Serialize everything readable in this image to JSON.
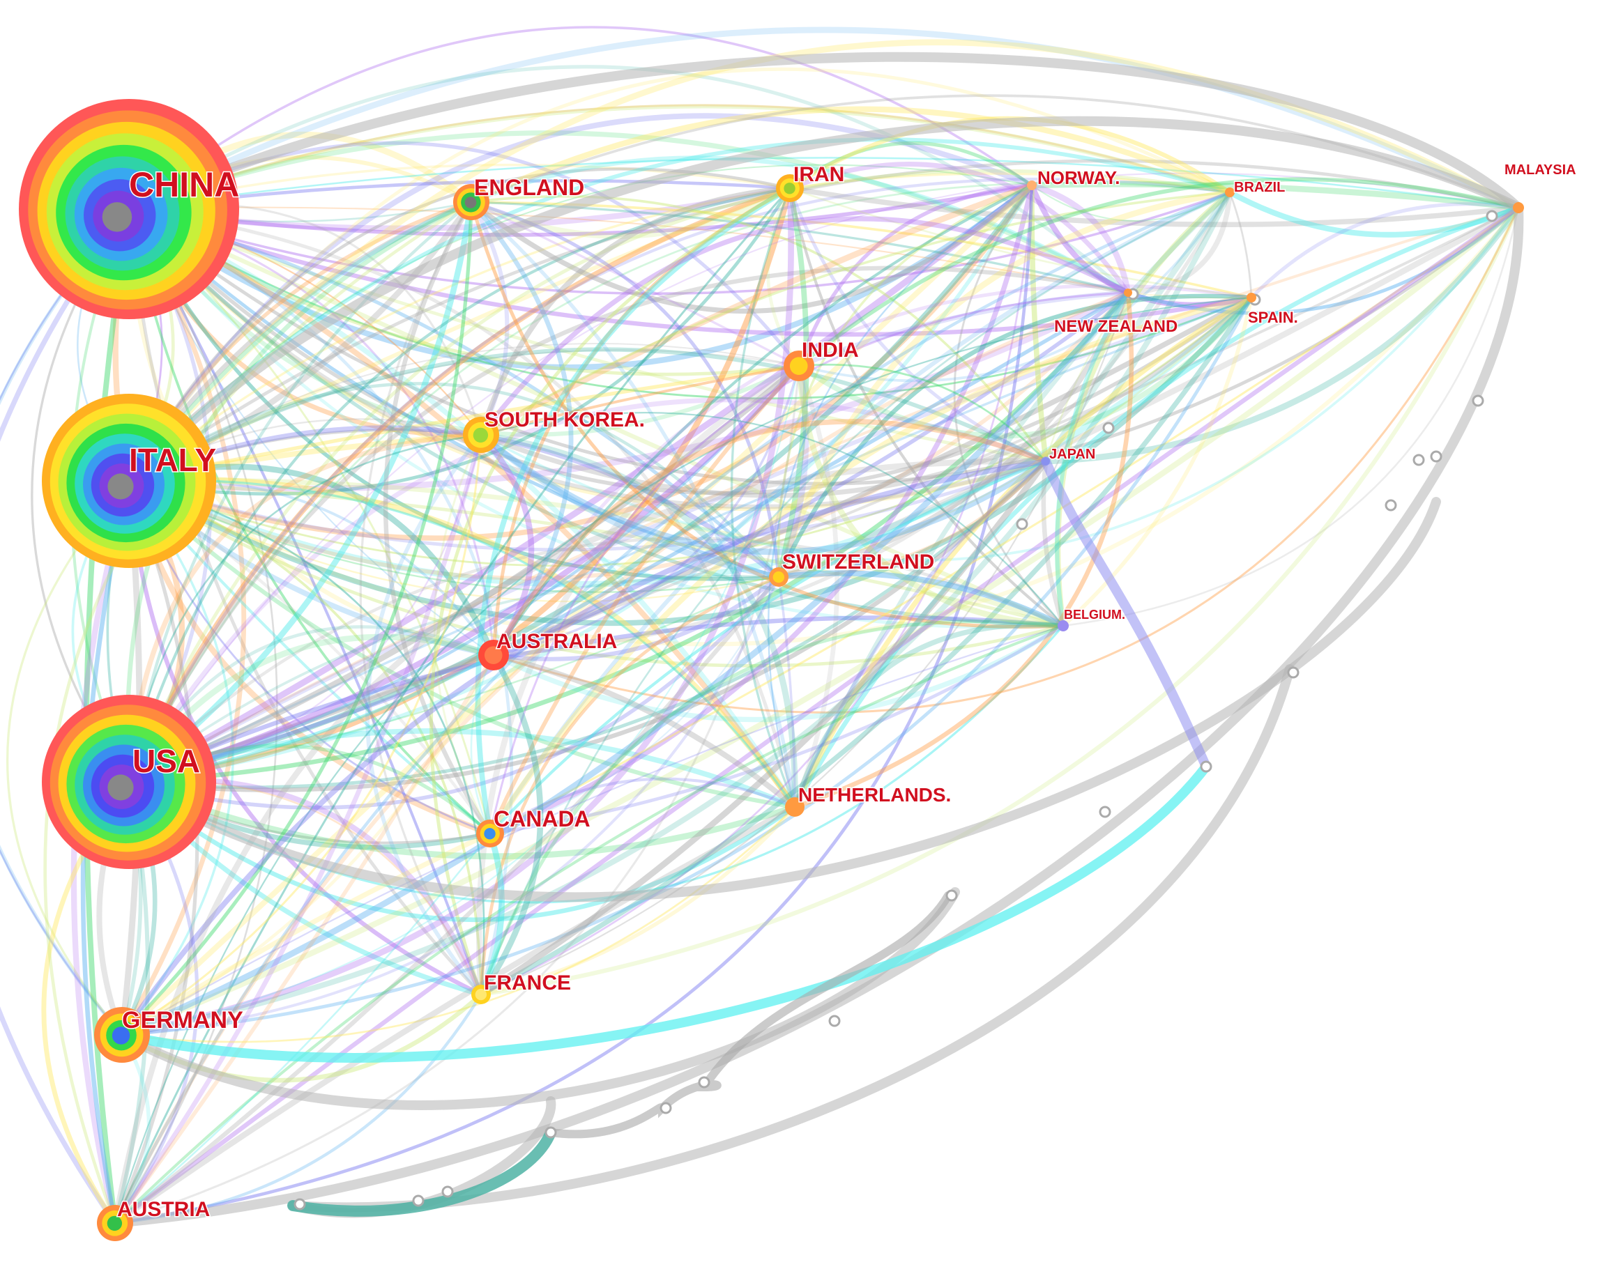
{
  "chart_data": {
    "type": "network",
    "nodes": [
      {
        "id": "china",
        "label": "CHINA",
        "rings": [
          "#ff5757",
          "#ff8a3d",
          "#ffd21f",
          "#c8f03a",
          "#33e84a",
          "#2fd3a8",
          "#38a8f0",
          "#4c5cf2",
          "#7a3fe0",
          "#888888"
        ]
      },
      {
        "id": "italy",
        "label": "ITALY",
        "rings": [
          "#ffb020",
          "#ffe12a",
          "#b8f03a",
          "#2fe04a",
          "#2fd8c0",
          "#3a9cf0",
          "#5050f0",
          "#8040e0",
          "#888888"
        ]
      },
      {
        "id": "usa",
        "label": "USA",
        "rings": [
          "#ff5757",
          "#ff8a3d",
          "#ffd21f",
          "#56e84a",
          "#2fd3a8",
          "#3a8ef0",
          "#4c4cf2",
          "#8040e0",
          "#888888"
        ]
      },
      {
        "id": "england",
        "label": "ENGLAND",
        "rings": [
          "#ff8a3d",
          "#ffd21f",
          "#33c04a",
          "#777777"
        ]
      },
      {
        "id": "iran",
        "label": "IRAN",
        "rings": [
          "#ffb020",
          "#ffe12a",
          "#9acd32"
        ]
      },
      {
        "id": "norway",
        "label": "NORWAY.",
        "rings": [
          "#ffb070"
        ]
      },
      {
        "id": "brazil",
        "label": "BRAZIL",
        "rings": [
          "#ff9a40"
        ]
      },
      {
        "id": "malaysia",
        "label": "MALAYSIA",
        "rings": [
          "#ff9a40"
        ]
      },
      {
        "id": "spain",
        "label": "SPAIN.",
        "rings": [
          "#ff9a40"
        ]
      },
      {
        "id": "new-zealand",
        "label": "NEW ZEALAND",
        "rings": [
          "#ff9a40"
        ]
      },
      {
        "id": "india",
        "label": "INDIA",
        "rings": [
          "#ff8a3d",
          "#ffd21f"
        ]
      },
      {
        "id": "south-korea",
        "label": "SOUTH KOREA.",
        "rings": [
          "#ffb020",
          "#ffe12a",
          "#9ad83a"
        ]
      },
      {
        "id": "japan",
        "label": "JAPAN",
        "rings": [
          "#8890f0"
        ]
      },
      {
        "id": "switzerland",
        "label": "SWITZERLAND",
        "rings": [
          "#ff9a40",
          "#ffd21f"
        ]
      },
      {
        "id": "belgium",
        "label": "BELGIUM.",
        "rings": [
          "#9a8cf0"
        ]
      },
      {
        "id": "australia",
        "label": "AUSTRALIA",
        "rings": [
          "#ff4a3a",
          "#ff7a4a"
        ]
      },
      {
        "id": "canada",
        "label": "CANADA",
        "rings": [
          "#ff8a3d",
          "#ffd21f",
          "#3a8ef0"
        ]
      },
      {
        "id": "netherlands",
        "label": "NETHERLANDS.",
        "rings": [
          "#ff9a40"
        ]
      },
      {
        "id": "france",
        "label": "FRANCE",
        "rings": [
          "#ffd21f",
          "#ffe870"
        ]
      },
      {
        "id": "germany",
        "label": "GERMANY",
        "rings": [
          "#ff8a3d",
          "#ffd21f",
          "#33d84a",
          "#3a6ef0"
        ]
      },
      {
        "id": "austria",
        "label": "AUSTRIA",
        "rings": [
          "#ff8a3d",
          "#ffd21f",
          "#33c04a"
        ]
      }
    ],
    "link_colors": [
      "#a8a8a8",
      "#3ad868",
      "#ff9a40",
      "#7a7af0",
      "#ffe860",
      "#40e8e8",
      "#b070f0",
      "#30b0a0",
      "#5ab0f0",
      "#c8e870"
    ]
  }
}
